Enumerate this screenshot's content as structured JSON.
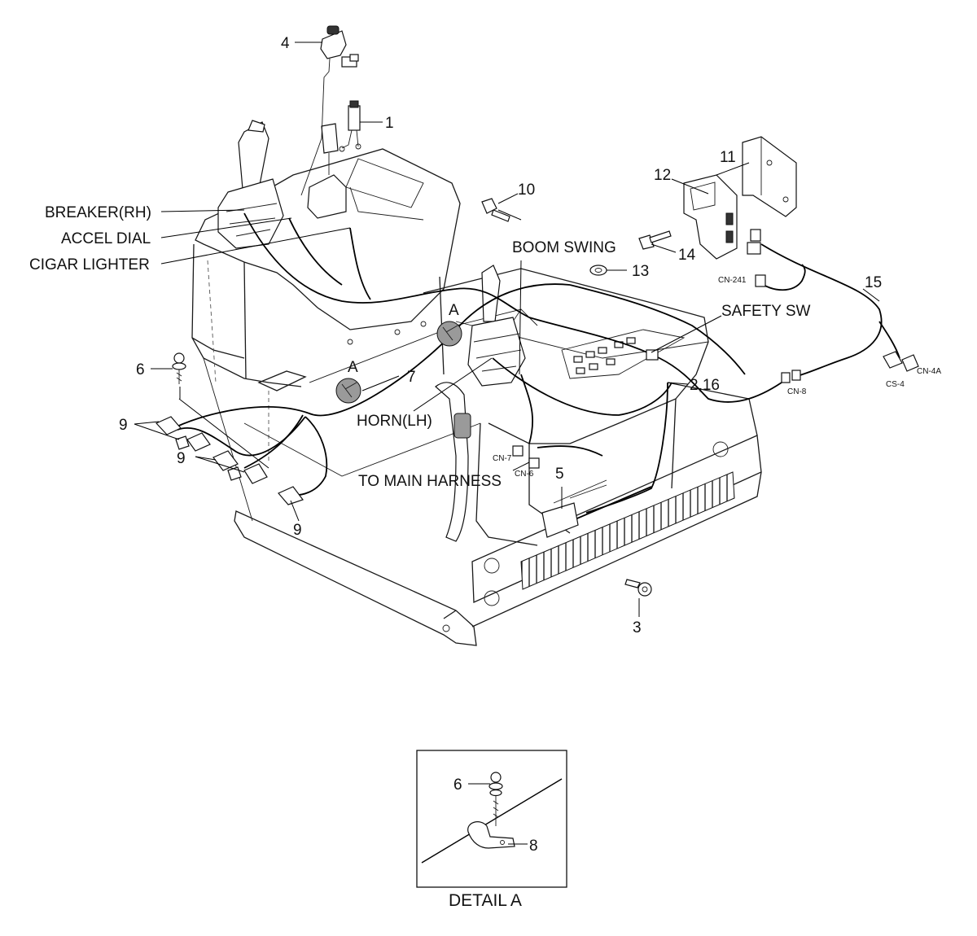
{
  "labels": {
    "breaker_rh": "BREAKER(RH)",
    "accel_dial": "ACCEL DIAL",
    "cigar_lighter": "CIGAR LIGHTER",
    "boom_swing": "BOOM SWING",
    "safety_sw": "SAFETY SW",
    "horn_lh": "HORN(LH)",
    "to_main_harness": "TO MAIN HARNESS",
    "detail_a_ref_1": "A",
    "detail_a_ref_2": "A"
  },
  "part_numbers": {
    "p1": "1",
    "p2_16": "2,16",
    "p3": "3",
    "p4": "4",
    "p5": "5",
    "p6": "6",
    "p7": "7",
    "p9a": "9",
    "p9b": "9",
    "p9c": "9",
    "p10": "10",
    "p11": "11",
    "p12": "12",
    "p13": "13",
    "p14": "14",
    "p15": "15"
  },
  "connectors": {
    "cn241": "CN-241",
    "cn4a": "CN-4A",
    "cs4": "CS-4",
    "cn8": "CN-8",
    "cn7": "CN-7",
    "cn6": "CN-6"
  },
  "detail": {
    "title": "DETAIL A",
    "p6": "6",
    "p8": "8"
  }
}
